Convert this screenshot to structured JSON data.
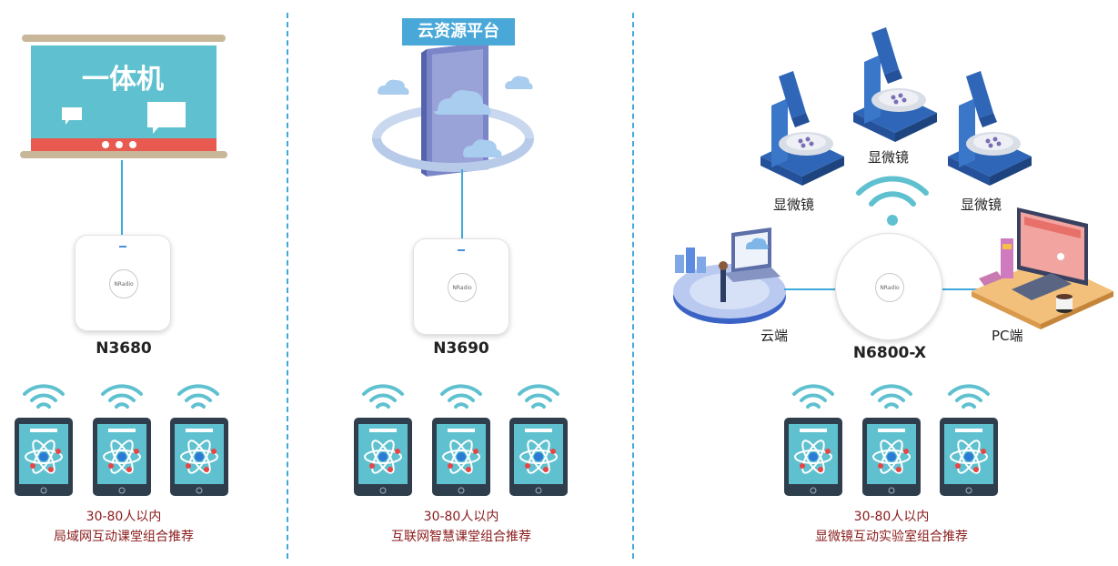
{
  "panels": [
    {
      "screen_title": "一体机",
      "model": "N3680",
      "capacity": "30-80人以内",
      "description": "局域网互动课堂组合推荐"
    },
    {
      "platform_label": "云资源平台",
      "model": "N3690",
      "capacity": "30-80人以内",
      "description": "互联网智慧课堂组合推荐"
    },
    {
      "model": "N6800-X",
      "microscope_labels": [
        "显微镜",
        "显微镜",
        "显微镜"
      ],
      "cloud_label": "云端",
      "pc_label": "PC端",
      "capacity": "30-80人以内",
      "description": "显微镜互动实验室组合推荐"
    }
  ],
  "ap_brand": "NRadio",
  "colors": {
    "accent": "#3fa9dc",
    "screen": "#5fc1cf",
    "caption": "#8a1a1a"
  }
}
